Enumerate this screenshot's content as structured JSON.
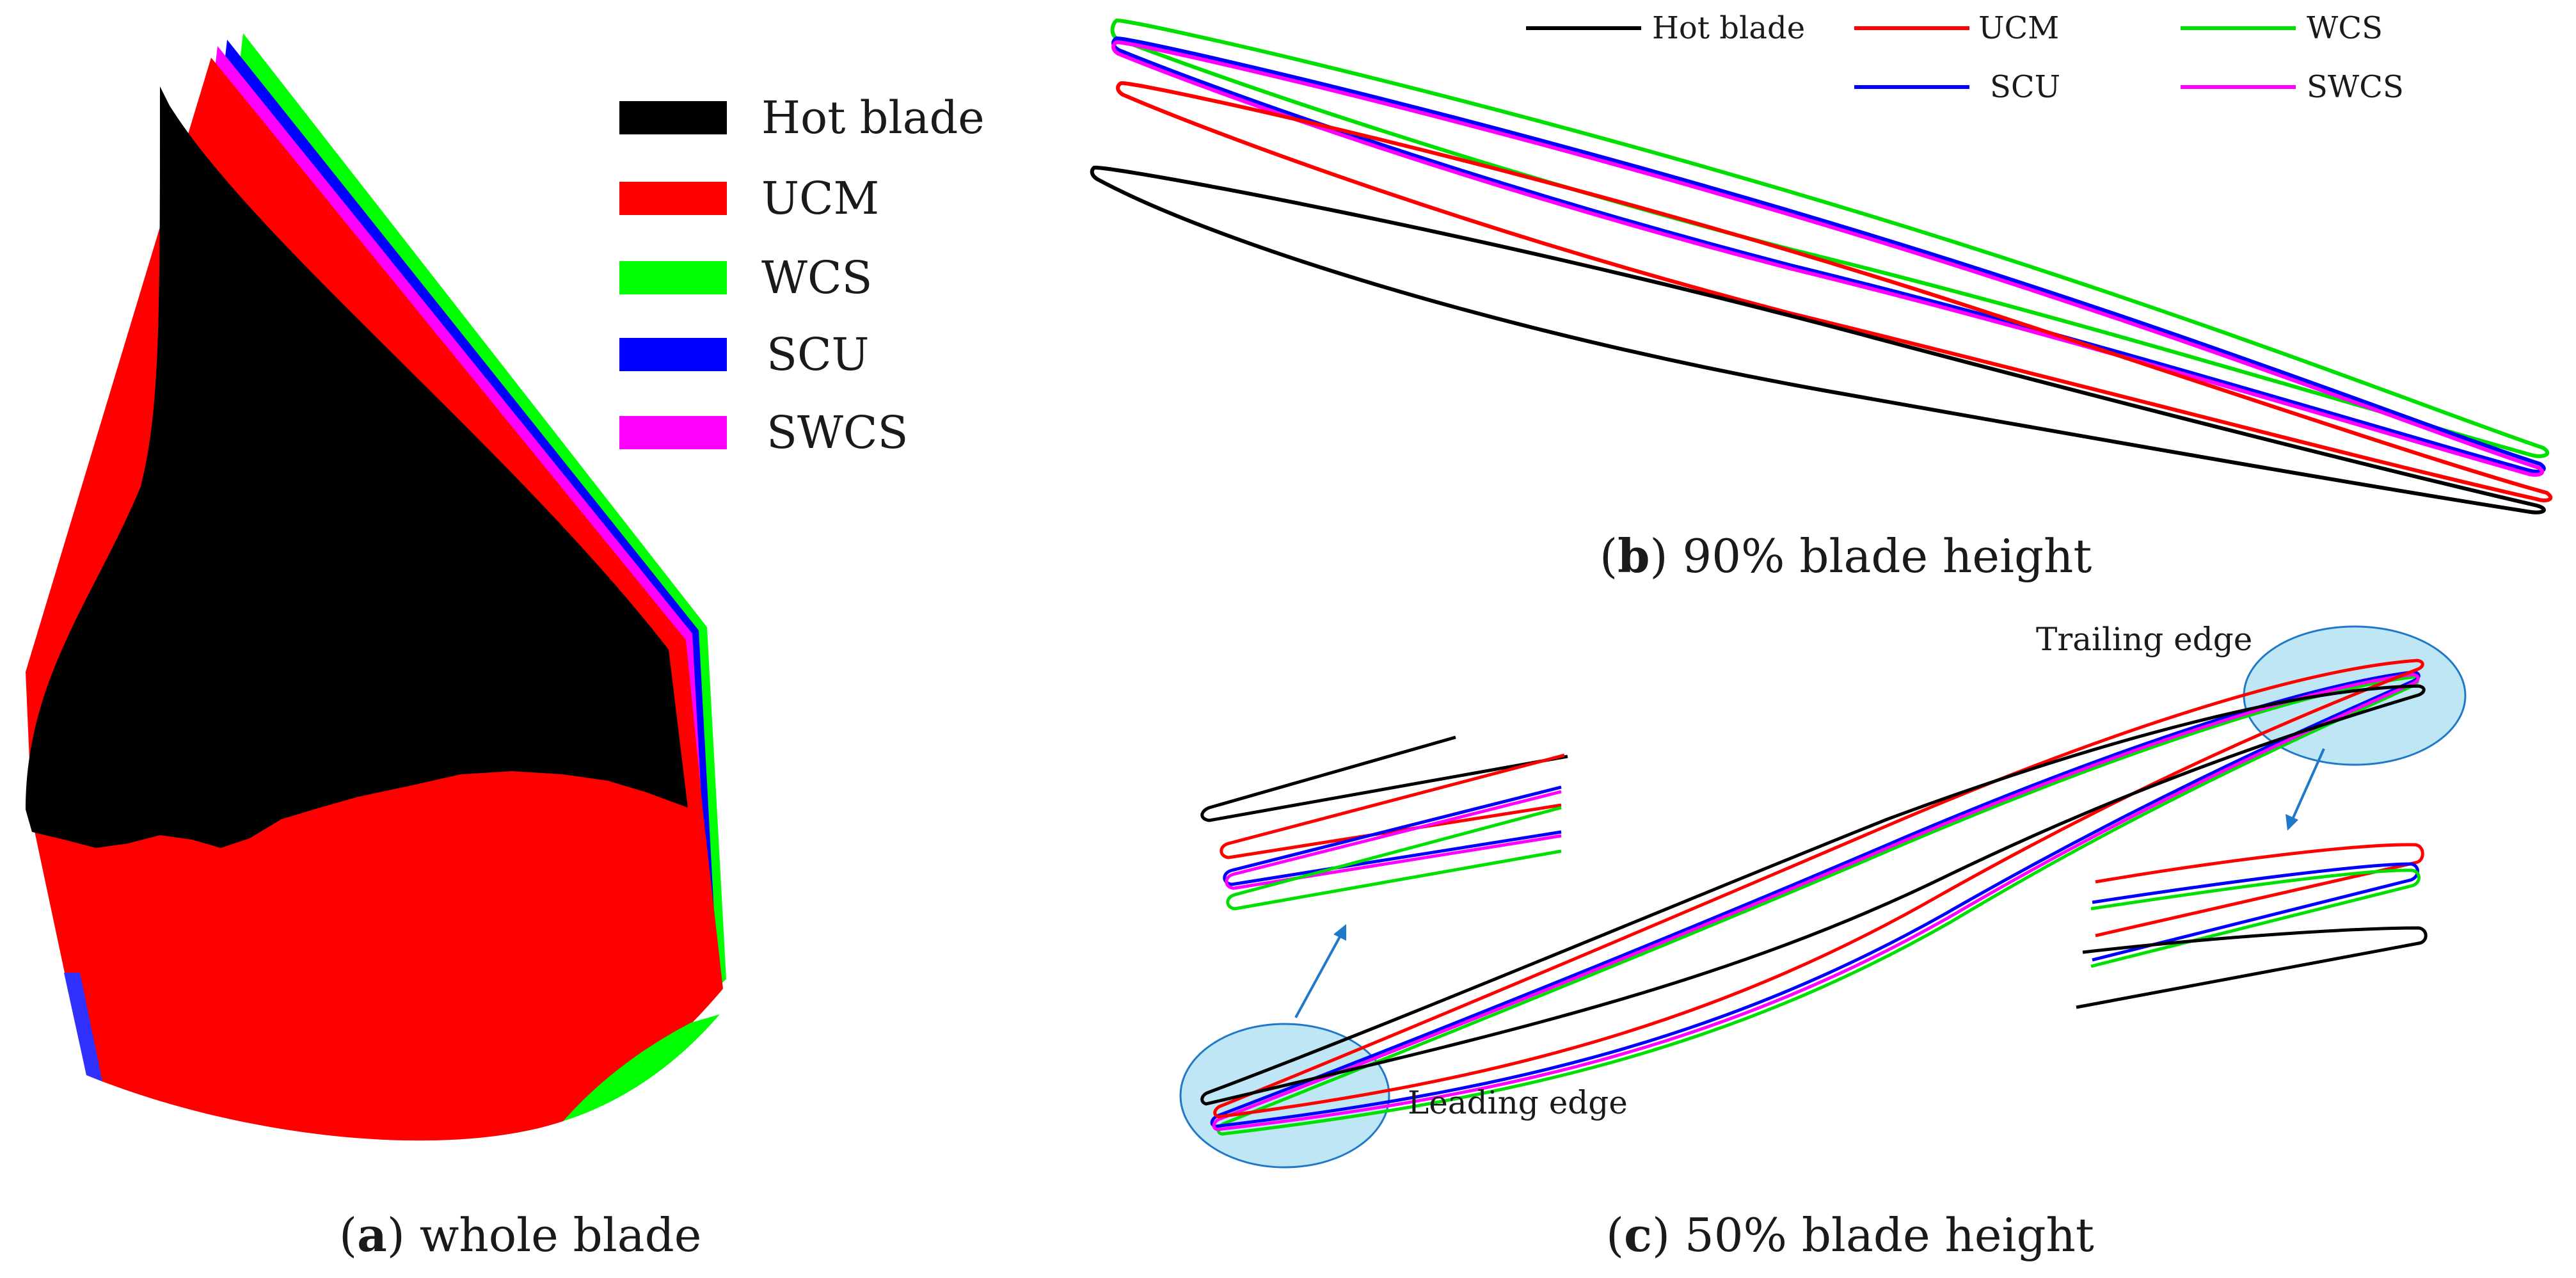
{
  "legend_a": {
    "items": [
      {
        "label": "Hot blade",
        "color": "#000000"
      },
      {
        "label": "UCM",
        "color": "#ff0000"
      },
      {
        "label": "WCS",
        "color": "#00ff00"
      },
      {
        "label": "SCU",
        "color": "#0000ff"
      },
      {
        "label": "SWCS",
        "color": "#ff00ff"
      }
    ]
  },
  "legend_b": {
    "items": [
      {
        "label": "Hot blade",
        "color": "#000000"
      },
      {
        "label": "UCM",
        "color": "#ff0000"
      },
      {
        "label": "WCS",
        "color": "#00e000"
      },
      {
        "label": "SCU",
        "color": "#0000ff"
      },
      {
        "label": "SWCS",
        "color": "#ff00ff"
      }
    ]
  },
  "annotations": {
    "trailing_edge": "Trailing edge",
    "leading_edge": "Leading edge"
  },
  "highlight_color": "#bfe6f5",
  "arrow_color": "#1f78c8",
  "captions": {
    "a": {
      "open": "(",
      "letter": "a",
      "rest": ") whole blade"
    },
    "b": {
      "open": "(",
      "letter": "b",
      "rest": ") 90% blade height"
    },
    "c": {
      "open": "(",
      "letter": "c",
      "rest": ") 50% blade height"
    }
  }
}
